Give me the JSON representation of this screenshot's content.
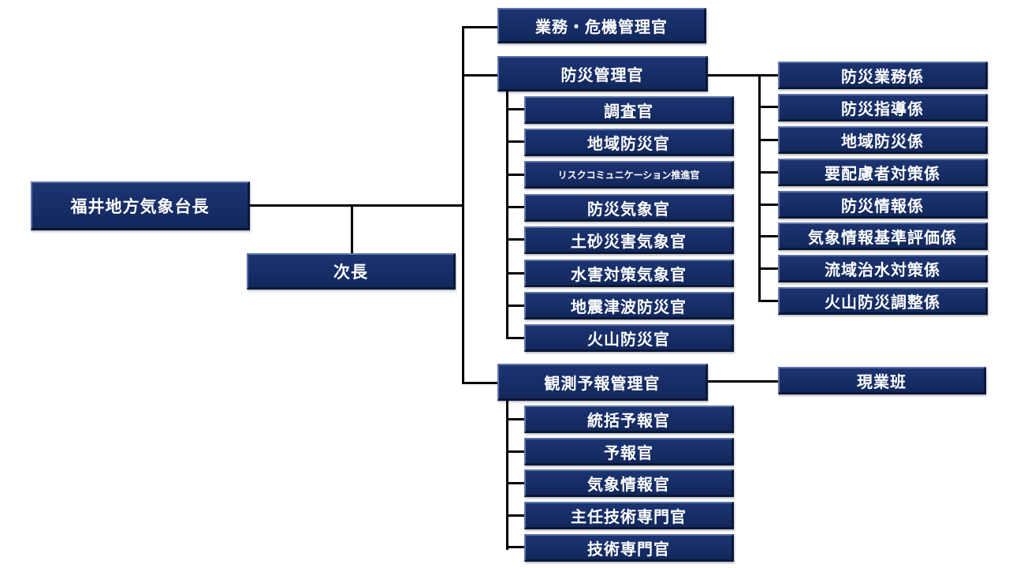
{
  "diagram": {
    "root": "福井地方気象台長",
    "deputy": "次長",
    "business_manager": "業務・危機管理官",
    "disaster_manager": "防災管理官",
    "observation_manager": "観測予報管理官",
    "disaster_officers": [
      "調査官",
      "地域防災官",
      "リスクコミュニケーション推進官",
      "防災気象官",
      "土砂災害気象官",
      "水害対策気象官",
      "地震津波防災官",
      "火山防災官"
    ],
    "disaster_sections": [
      "防災業務係",
      "防災指導係",
      "地域防災係",
      "要配慮者対策係",
      "防災情報係",
      "気象情報基準評価係",
      "流域治水対策係",
      "火山防災調整係"
    ],
    "field_team": "現業班",
    "forecast_officers": [
      "統括予報官",
      "予報官",
      "気象情報官",
      "主任技術専門官",
      "技術専門官"
    ]
  },
  "colors": {
    "box_fill": "#1a3270",
    "box_text": "#ffffff",
    "connector": "#000000"
  }
}
